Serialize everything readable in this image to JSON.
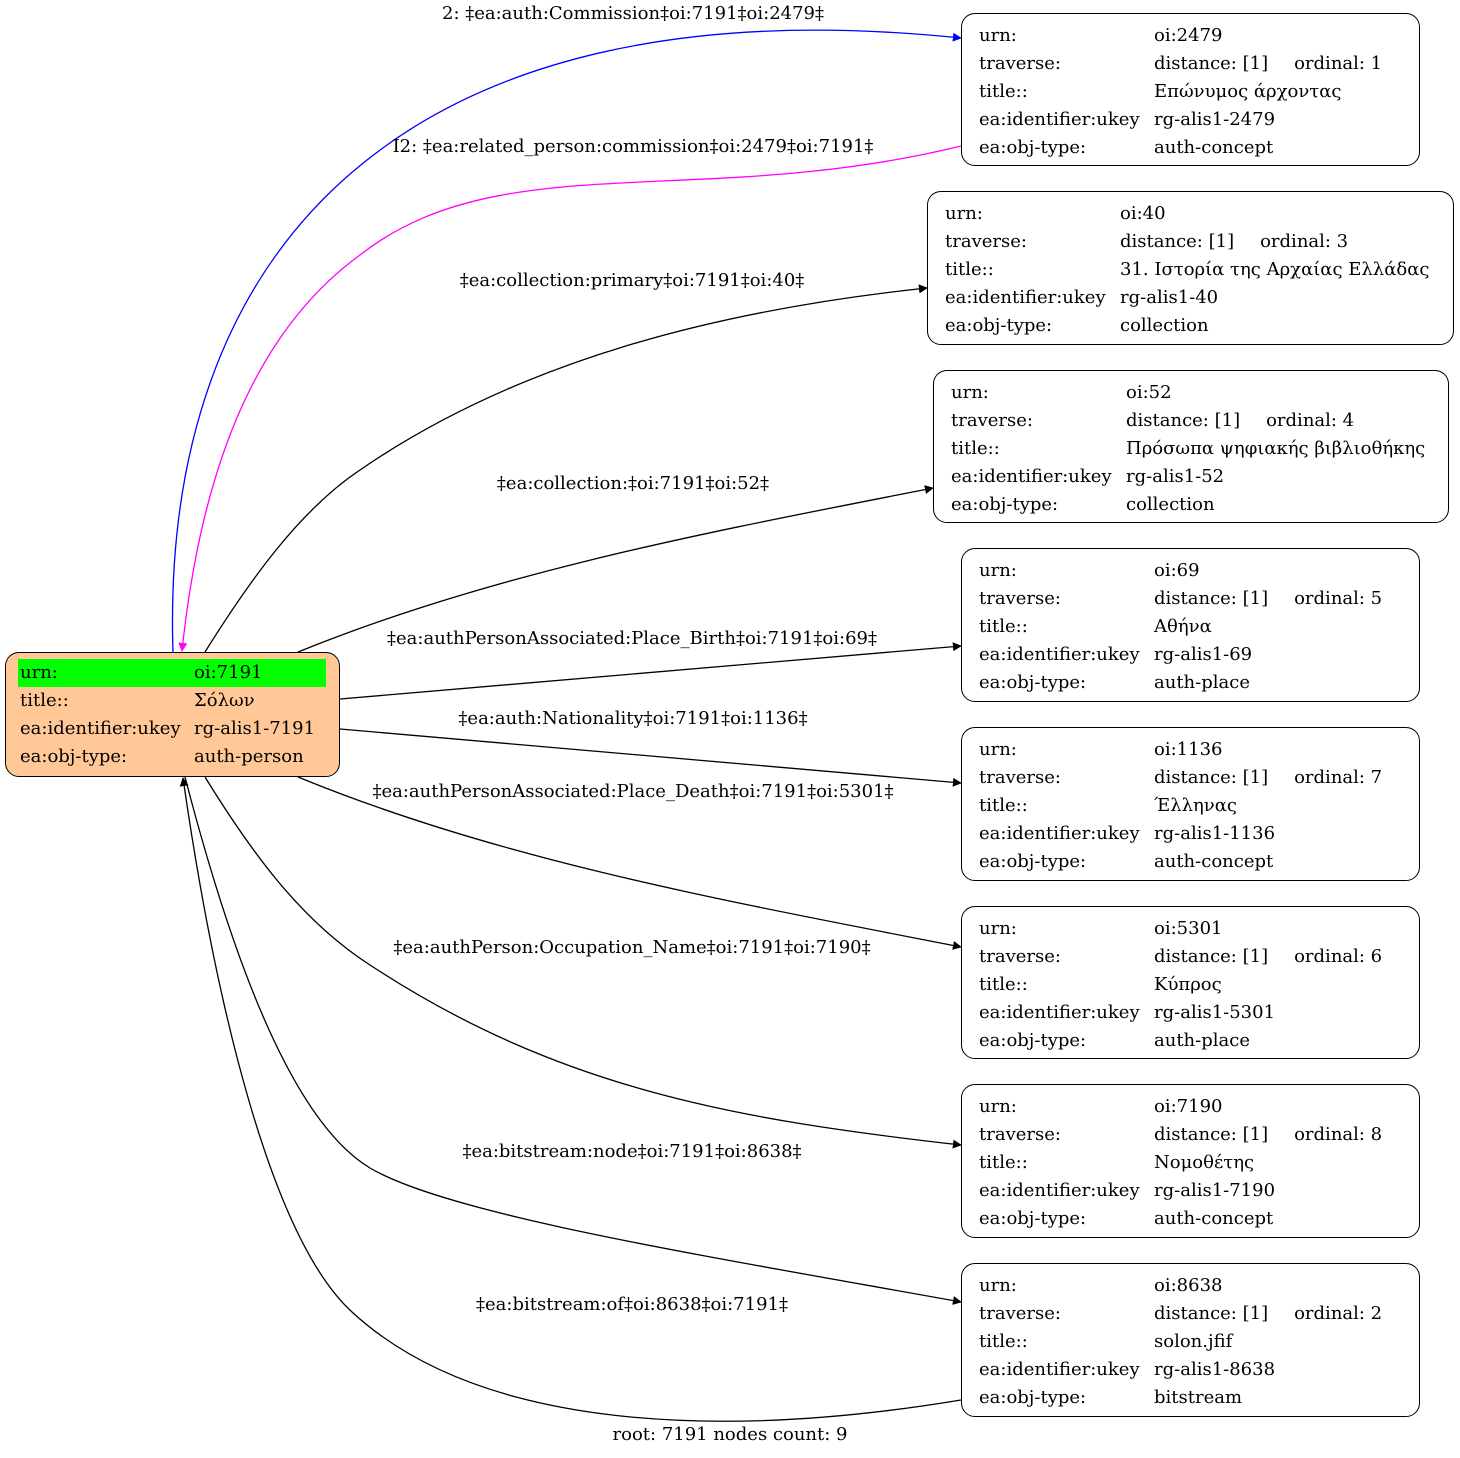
{
  "root": {
    "rows": [
      {
        "key": "urn:",
        "value": "oi:7191"
      },
      {
        "key": "title::",
        "value": "Σόλων"
      },
      {
        "key": "ea:identifier:ukey",
        "value": "rg-alis1-7191"
      },
      {
        "key": "ea:obj-type:",
        "value": "auth-person"
      }
    ],
    "fill_color": "#ffc896",
    "highlight_color": "#00ff00"
  },
  "nodes": [
    {
      "urn": "oi:2479",
      "distance": "distance: [1]",
      "ordinal": "ordinal: 1",
      "title": "Επώνυμος άρχοντας",
      "ukey": "rg-alis1-2479",
      "objtype": "auth-concept"
    },
    {
      "urn": "oi:40",
      "distance": "distance: [1]",
      "ordinal": "ordinal: 3",
      "title": "31. Ιστορία της Αρχαίας Ελλάδας",
      "ukey": "rg-alis1-40",
      "objtype": "collection"
    },
    {
      "urn": "oi:52",
      "distance": "distance: [1]",
      "ordinal": "ordinal: 4",
      "title": "Πρόσωπα ψηφιακής βιβλιοθήκης",
      "ukey": "rg-alis1-52",
      "objtype": "collection"
    },
    {
      "urn": "oi:69",
      "distance": "distance: [1]",
      "ordinal": "ordinal: 5",
      "title": "Αθήνα",
      "ukey": "rg-alis1-69",
      "objtype": "auth-place"
    },
    {
      "urn": "oi:1136",
      "distance": "distance: [1]",
      "ordinal": "ordinal: 7",
      "title": "Έλληνας",
      "ukey": "rg-alis1-1136",
      "objtype": "auth-concept"
    },
    {
      "urn": "oi:5301",
      "distance": "distance: [1]",
      "ordinal": "ordinal: 6",
      "title": "Κύπρος",
      "ukey": "rg-alis1-5301",
      "objtype": "auth-place"
    },
    {
      "urn": "oi:7190",
      "distance": "distance: [1]",
      "ordinal": "ordinal: 8",
      "title": "Νομοθέτης",
      "ukey": "rg-alis1-7190",
      "objtype": "auth-concept"
    },
    {
      "urn": "oi:8638",
      "distance": "distance: [1]",
      "ordinal": "ordinal: 2",
      "title": "solon.jfif",
      "ukey": "rg-alis1-8638",
      "objtype": "bitstream"
    }
  ],
  "keys": {
    "urn": "urn:",
    "traverse": "traverse:",
    "title": "title::",
    "ukey": "ea:identifier:ukey",
    "objtype": "ea:obj-type:"
  },
  "edges": [
    {
      "label": "2: ‡ea:auth:Commission‡oi:7191‡oi:2479‡",
      "color": "#0000ff"
    },
    {
      "label": "I2: ‡ea:related_person:commission‡oi:2479‡oi:7191‡",
      "color": "#ff00ff"
    },
    {
      "label": "‡ea:collection:primary‡oi:7191‡oi:40‡",
      "color": "#000000"
    },
    {
      "label": "‡ea:collection:‡oi:7191‡oi:52‡",
      "color": "#000000"
    },
    {
      "label": "‡ea:authPersonAssociated:Place_Birth‡oi:7191‡oi:69‡",
      "color": "#000000"
    },
    {
      "label": "‡ea:auth:Nationality‡oi:7191‡oi:1136‡",
      "color": "#000000"
    },
    {
      "label": "‡ea:authPersonAssociated:Place_Death‡oi:7191‡oi:5301‡",
      "color": "#000000"
    },
    {
      "label": "‡ea:authPerson:Occupation_Name‡oi:7191‡oi:7190‡",
      "color": "#000000"
    },
    {
      "label": "‡ea:bitstream:node‡oi:7191‡oi:8638‡",
      "color": "#000000"
    },
    {
      "label": "‡ea:bitstream:of‡oi:8638‡oi:7191‡",
      "color": "#000000"
    }
  ],
  "footer": "root: 7191 nodes count: 9"
}
